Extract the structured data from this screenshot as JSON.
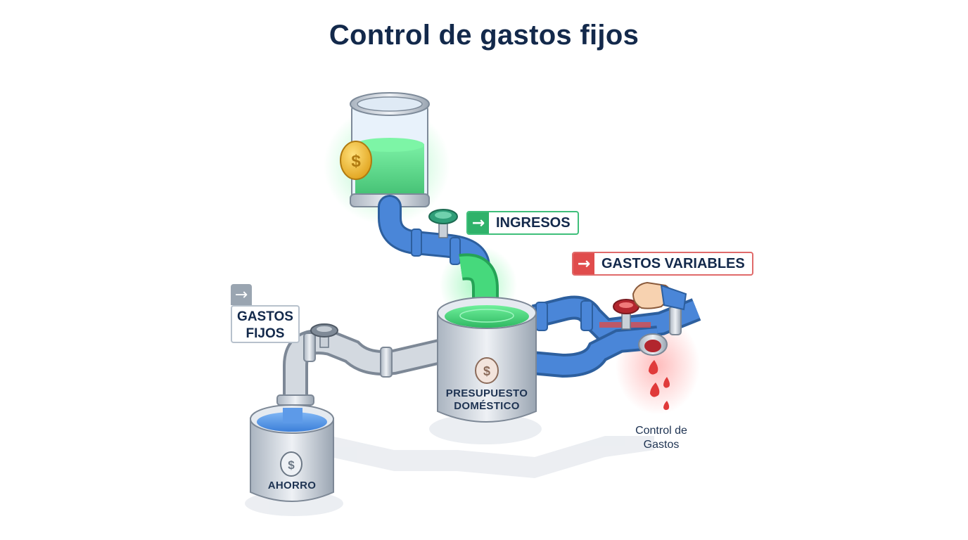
{
  "title": "Control de gastos fijos",
  "labels": {
    "ingresos": "INGRESOS",
    "gastos_variables": "GASTOS VARIABLES",
    "gastos_fijos_line1": "GASTOS",
    "gastos_fijos_line2": "FIJOS",
    "presupuesto_line1": "PRESUPUESTO",
    "presupuesto_line2": "DOMÉSTICO",
    "ahorro": "AHORRO",
    "control_line1": "Control de",
    "control_line2": "Gastos"
  },
  "icons": {
    "tag_arrow": "→",
    "coin": "$"
  },
  "colors": {
    "title": "#13294b",
    "ingresos": "#2fb26a",
    "variables": "#e04c4c",
    "fijos": "#9aa5b1",
    "pipe_blue": "#4a86d8",
    "pipe_green": "#3fcf74",
    "pipe_gray": "#c9d0d8",
    "leak": "#e03a3a"
  }
}
